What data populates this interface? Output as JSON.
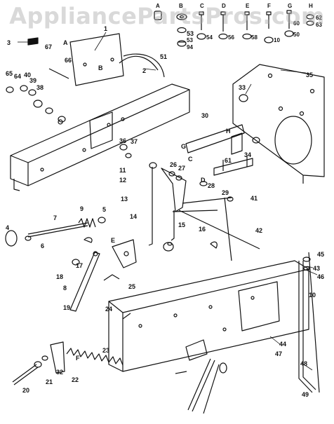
{
  "watermark": "AppliancePartsPros.com",
  "hardware_legend": {
    "letters": [
      "A",
      "B",
      "C",
      "D",
      "E",
      "F",
      "G",
      "H"
    ],
    "numbers": [
      "62",
      "63",
      "53",
      "94",
      "54",
      "56",
      "58",
      "60",
      "10",
      "50"
    ]
  },
  "callouts": [
    "1",
    "2",
    "3",
    "4",
    "5",
    "6",
    "7",
    "8",
    "9",
    "10",
    "11",
    "12",
    "13",
    "14",
    "15",
    "16",
    "17",
    "18",
    "19",
    "20",
    "21",
    "22",
    "23",
    "24",
    "25",
    "26",
    "27",
    "28",
    "29",
    "30",
    "32",
    "33",
    "34",
    "35",
    "36",
    "37",
    "38",
    "39",
    "40",
    "41",
    "42",
    "43",
    "44",
    "45",
    "46",
    "47",
    "48",
    "49",
    "51",
    "53",
    "61",
    "64",
    "65",
    "66",
    "67"
  ],
  "detail_letters": [
    "A",
    "B",
    "C",
    "D",
    "E",
    "F",
    "G",
    "H"
  ],
  "colors": {
    "ink": "#111111",
    "paper": "#ffffff",
    "watermark": "#aaaaaa"
  }
}
